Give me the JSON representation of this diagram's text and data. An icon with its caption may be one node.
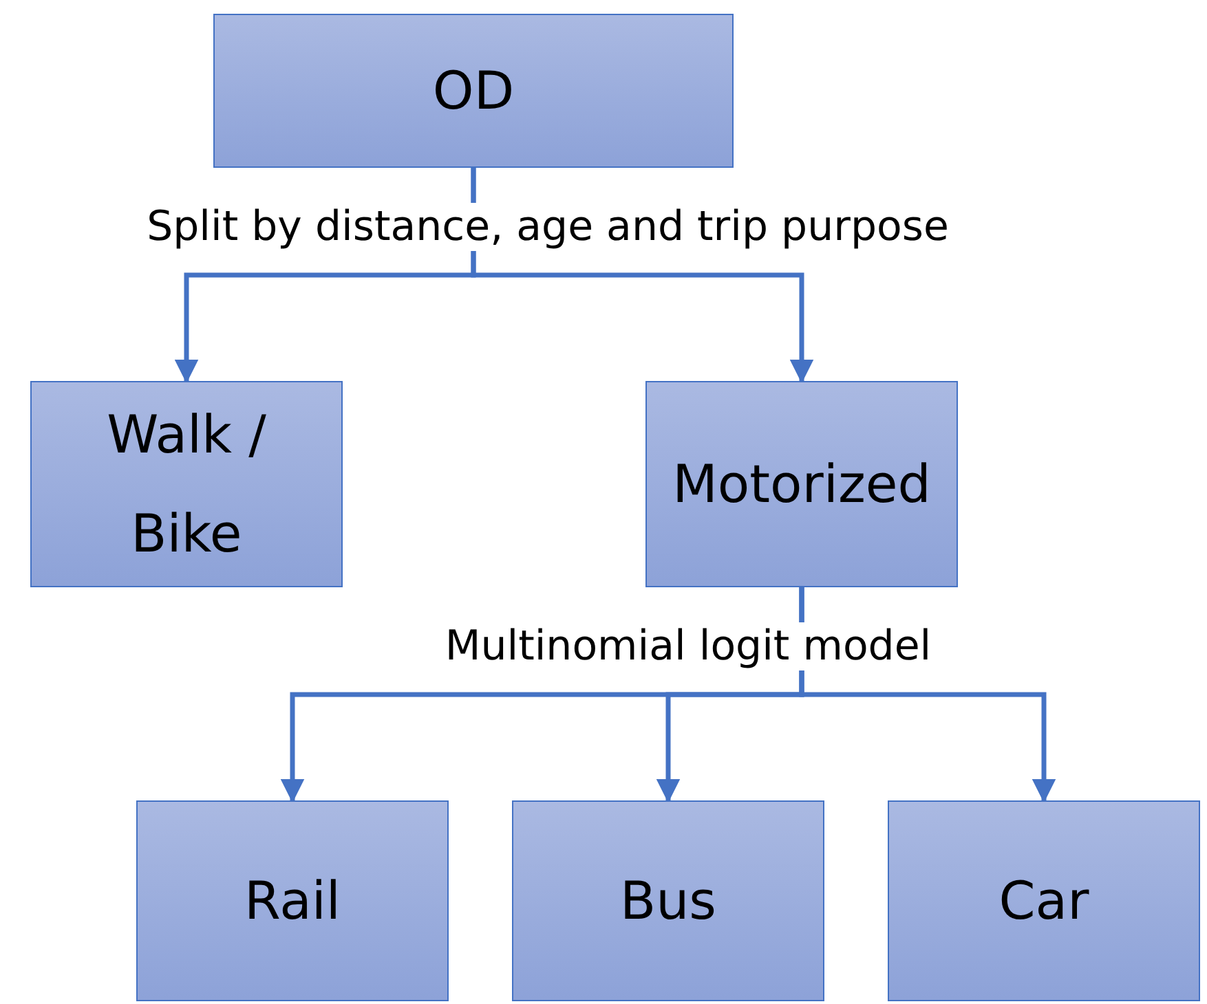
{
  "diagram": {
    "nodes": [
      {
        "text": [
          "OD"
        ]
      },
      {
        "text": [
          "Walk / Bike"
        ]
      },
      {
        "text": [
          "Motorized"
        ]
      },
      {
        "text": [
          "Rail"
        ]
      },
      {
        "text": [
          "Bus"
        ]
      },
      {
        "text": [
          "Car"
        ]
      }
    ],
    "edges": [
      {
        "from": 0,
        "to": 1,
        "arrow": "to",
        "label": "Split by distance, age and trip purpose"
      },
      {
        "from": 0,
        "to": 2,
        "arrow": "to"
      },
      {
        "from": 2,
        "to": 3,
        "arrow": "to",
        "label": "Multinomial logit model"
      },
      {
        "from": 2,
        "to": 4,
        "arrow": "to"
      },
      {
        "from": 2,
        "to": 5,
        "arrow": "to"
      }
    ]
  }
}
